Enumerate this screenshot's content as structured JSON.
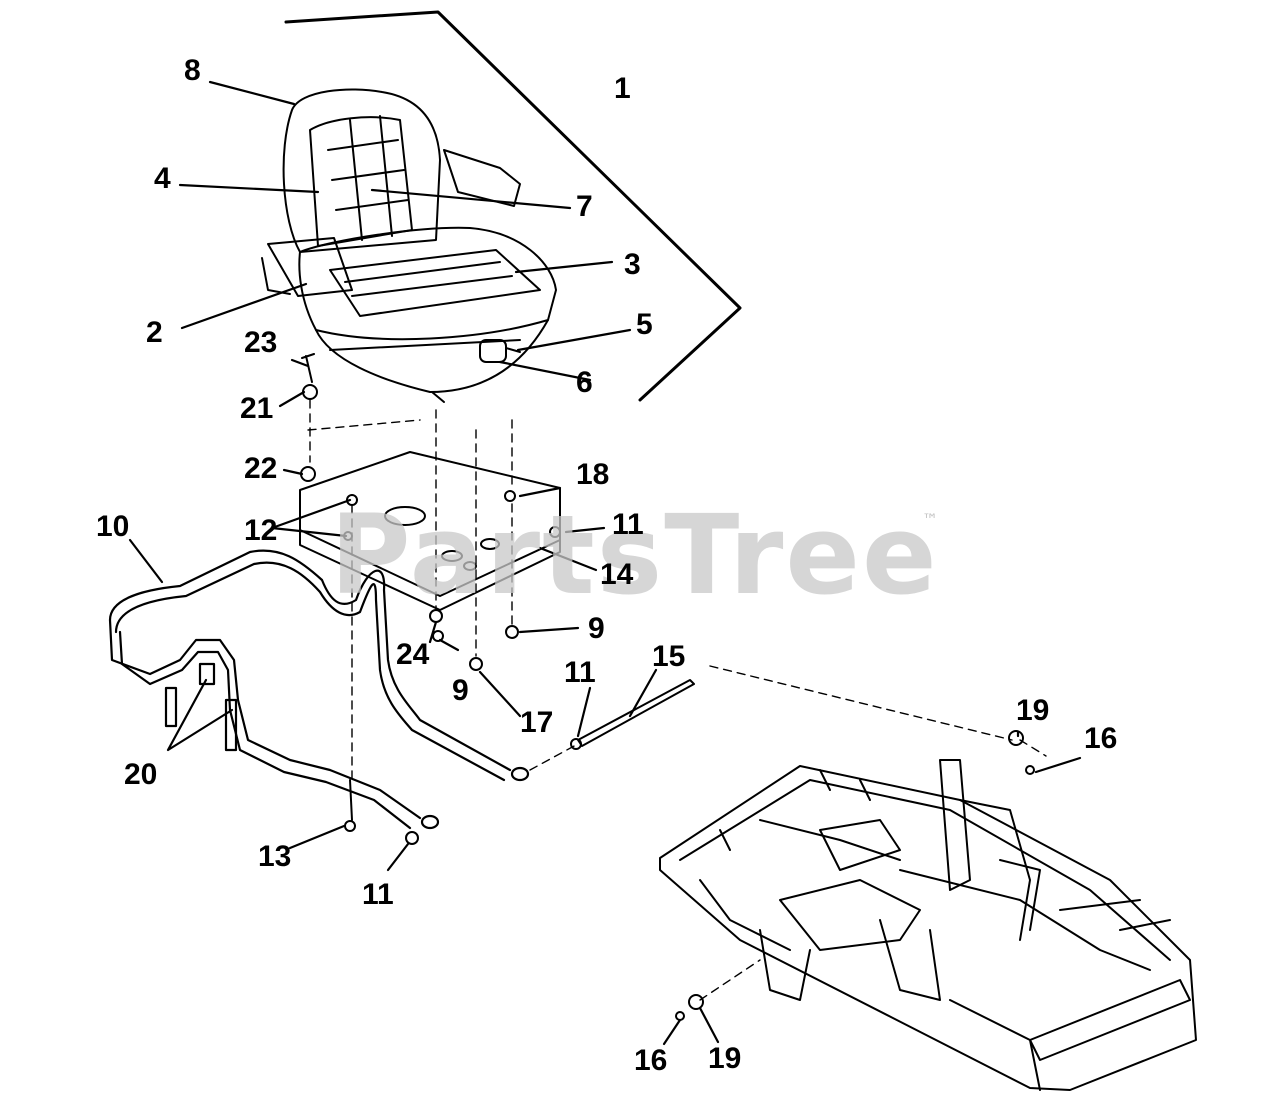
{
  "watermark": {
    "text": "PartsTree",
    "tm": "™"
  },
  "callouts": {
    "c1": "1",
    "c2": "2",
    "c3": "3",
    "c4": "4",
    "c5": "5",
    "c6": "6",
    "c7": "7",
    "c8": "8",
    "c9a": "9",
    "c9b": "9",
    "c10": "10",
    "c11a": "11",
    "c11b": "11",
    "c11c": "11",
    "c12": "12",
    "c13": "13",
    "c14": "14",
    "c15": "15",
    "c16a": "16",
    "c16b": "16",
    "c17": "17",
    "c18": "18",
    "c19a": "19",
    "c19b": "19",
    "c20": "20",
    "c21": "21",
    "c22": "22",
    "c23": "23",
    "c24": "24"
  },
  "colors": {
    "line": "#000000",
    "watermark": "#c9c9c9",
    "background": "#ffffff"
  }
}
